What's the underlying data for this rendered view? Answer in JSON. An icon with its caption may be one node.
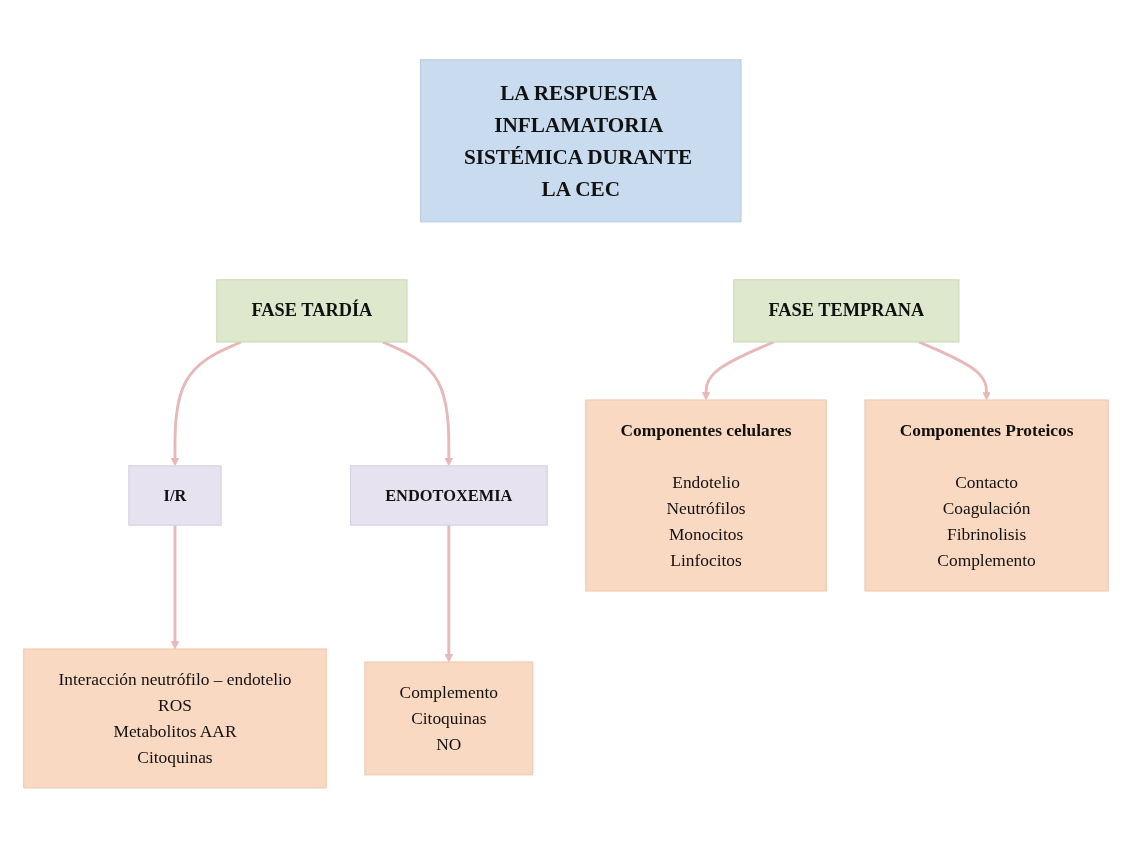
{
  "diagram": {
    "nodes": [
      {
        "text": [
          "LA RESPUESTA INFLAMATORIA SISTÉMICA DURANTE LA CEC"
        ]
      },
      {
        "text": [
          "FASE TEMPRANA"
        ]
      },
      {
        "text": [
          "FASE TARDÍA"
        ]
      },
      {
        "text": [
          "I/R"
        ]
      },
      {
        "text": [
          "ENDOTOXEMIA"
        ]
      },
      {
        "text": [
          "Componentes celulares",
          "Endotelio",
          "Neutrófilos",
          "Monocitos",
          "Linfocitos"
        ]
      },
      {
        "text": [
          "Componentes Proteicos",
          "Contacto",
          "Coagulación",
          "Fibrinolisis",
          "Complemento"
        ]
      },
      {
        "text": [
          "Interacción neutrófilo – endotelio",
          "ROS",
          "Metabolitos AAR",
          "Citoquinas"
        ]
      },
      {
        "text": [
          "Complemento",
          "Citoquinas",
          "NO"
        ]
      }
    ],
    "edges": [
      {
        "from": 1,
        "to": 5,
        "arrow": "to"
      },
      {
        "from": 1,
        "to": 6,
        "arrow": "to"
      },
      {
        "from": 2,
        "to": 3,
        "arrow": "to"
      },
      {
        "from": 2,
        "to": 4,
        "arrow": "to"
      },
      {
        "from": 3,
        "to": 7,
        "arrow": "to"
      },
      {
        "from": 4,
        "to": 8,
        "arrow": "to"
      }
    ]
  }
}
